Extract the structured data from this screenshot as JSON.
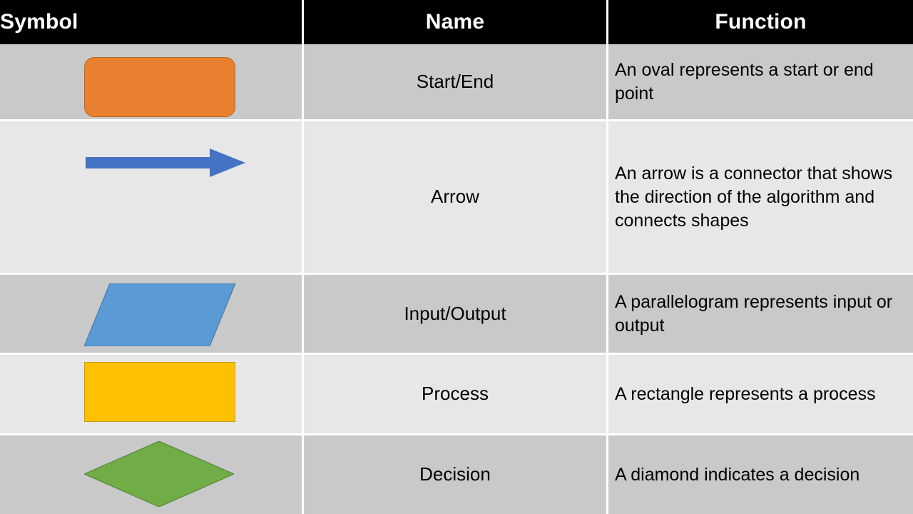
{
  "table": {
    "columns": [
      {
        "key": "symbol",
        "label": "Symbol"
      },
      {
        "key": "name",
        "label": "Name"
      },
      {
        "key": "function",
        "label": "Function"
      }
    ],
    "rows": [
      {
        "symbol": "rounded-rectangle-oval-shape",
        "symbol_color": "#E8802F",
        "name": "Start/End",
        "function": "An oval represents a start or end point",
        "row_shade": "#C9C9C9"
      },
      {
        "symbol": "right-arrow-shape",
        "symbol_color": "#4472C4",
        "name": "Arrow",
        "function": "An arrow is a connector that shows the direction of the algorithm and connects shapes",
        "row_shade": "#E7E7E7"
      },
      {
        "symbol": "parallelogram-shape",
        "symbol_color": "#5B9BD5",
        "name": "Input/Output",
        "function": "A parallelogram represents input or output",
        "row_shade": "#C9C9C9"
      },
      {
        "symbol": "rectangle-shape",
        "symbol_color": "#FFC000",
        "name": "Process",
        "function": "A rectangle represents a process",
        "row_shade": "#E7E7E7"
      },
      {
        "symbol": "diamond-shape",
        "symbol_color": "#70AD47",
        "name": "Decision",
        "function": "A diamond indicates a decision",
        "row_shade": "#C9C9C9"
      }
    ],
    "header_background": "#000000",
    "header_text_color": "#FFFFFF",
    "grid_line_color": "#FFFFFF"
  }
}
